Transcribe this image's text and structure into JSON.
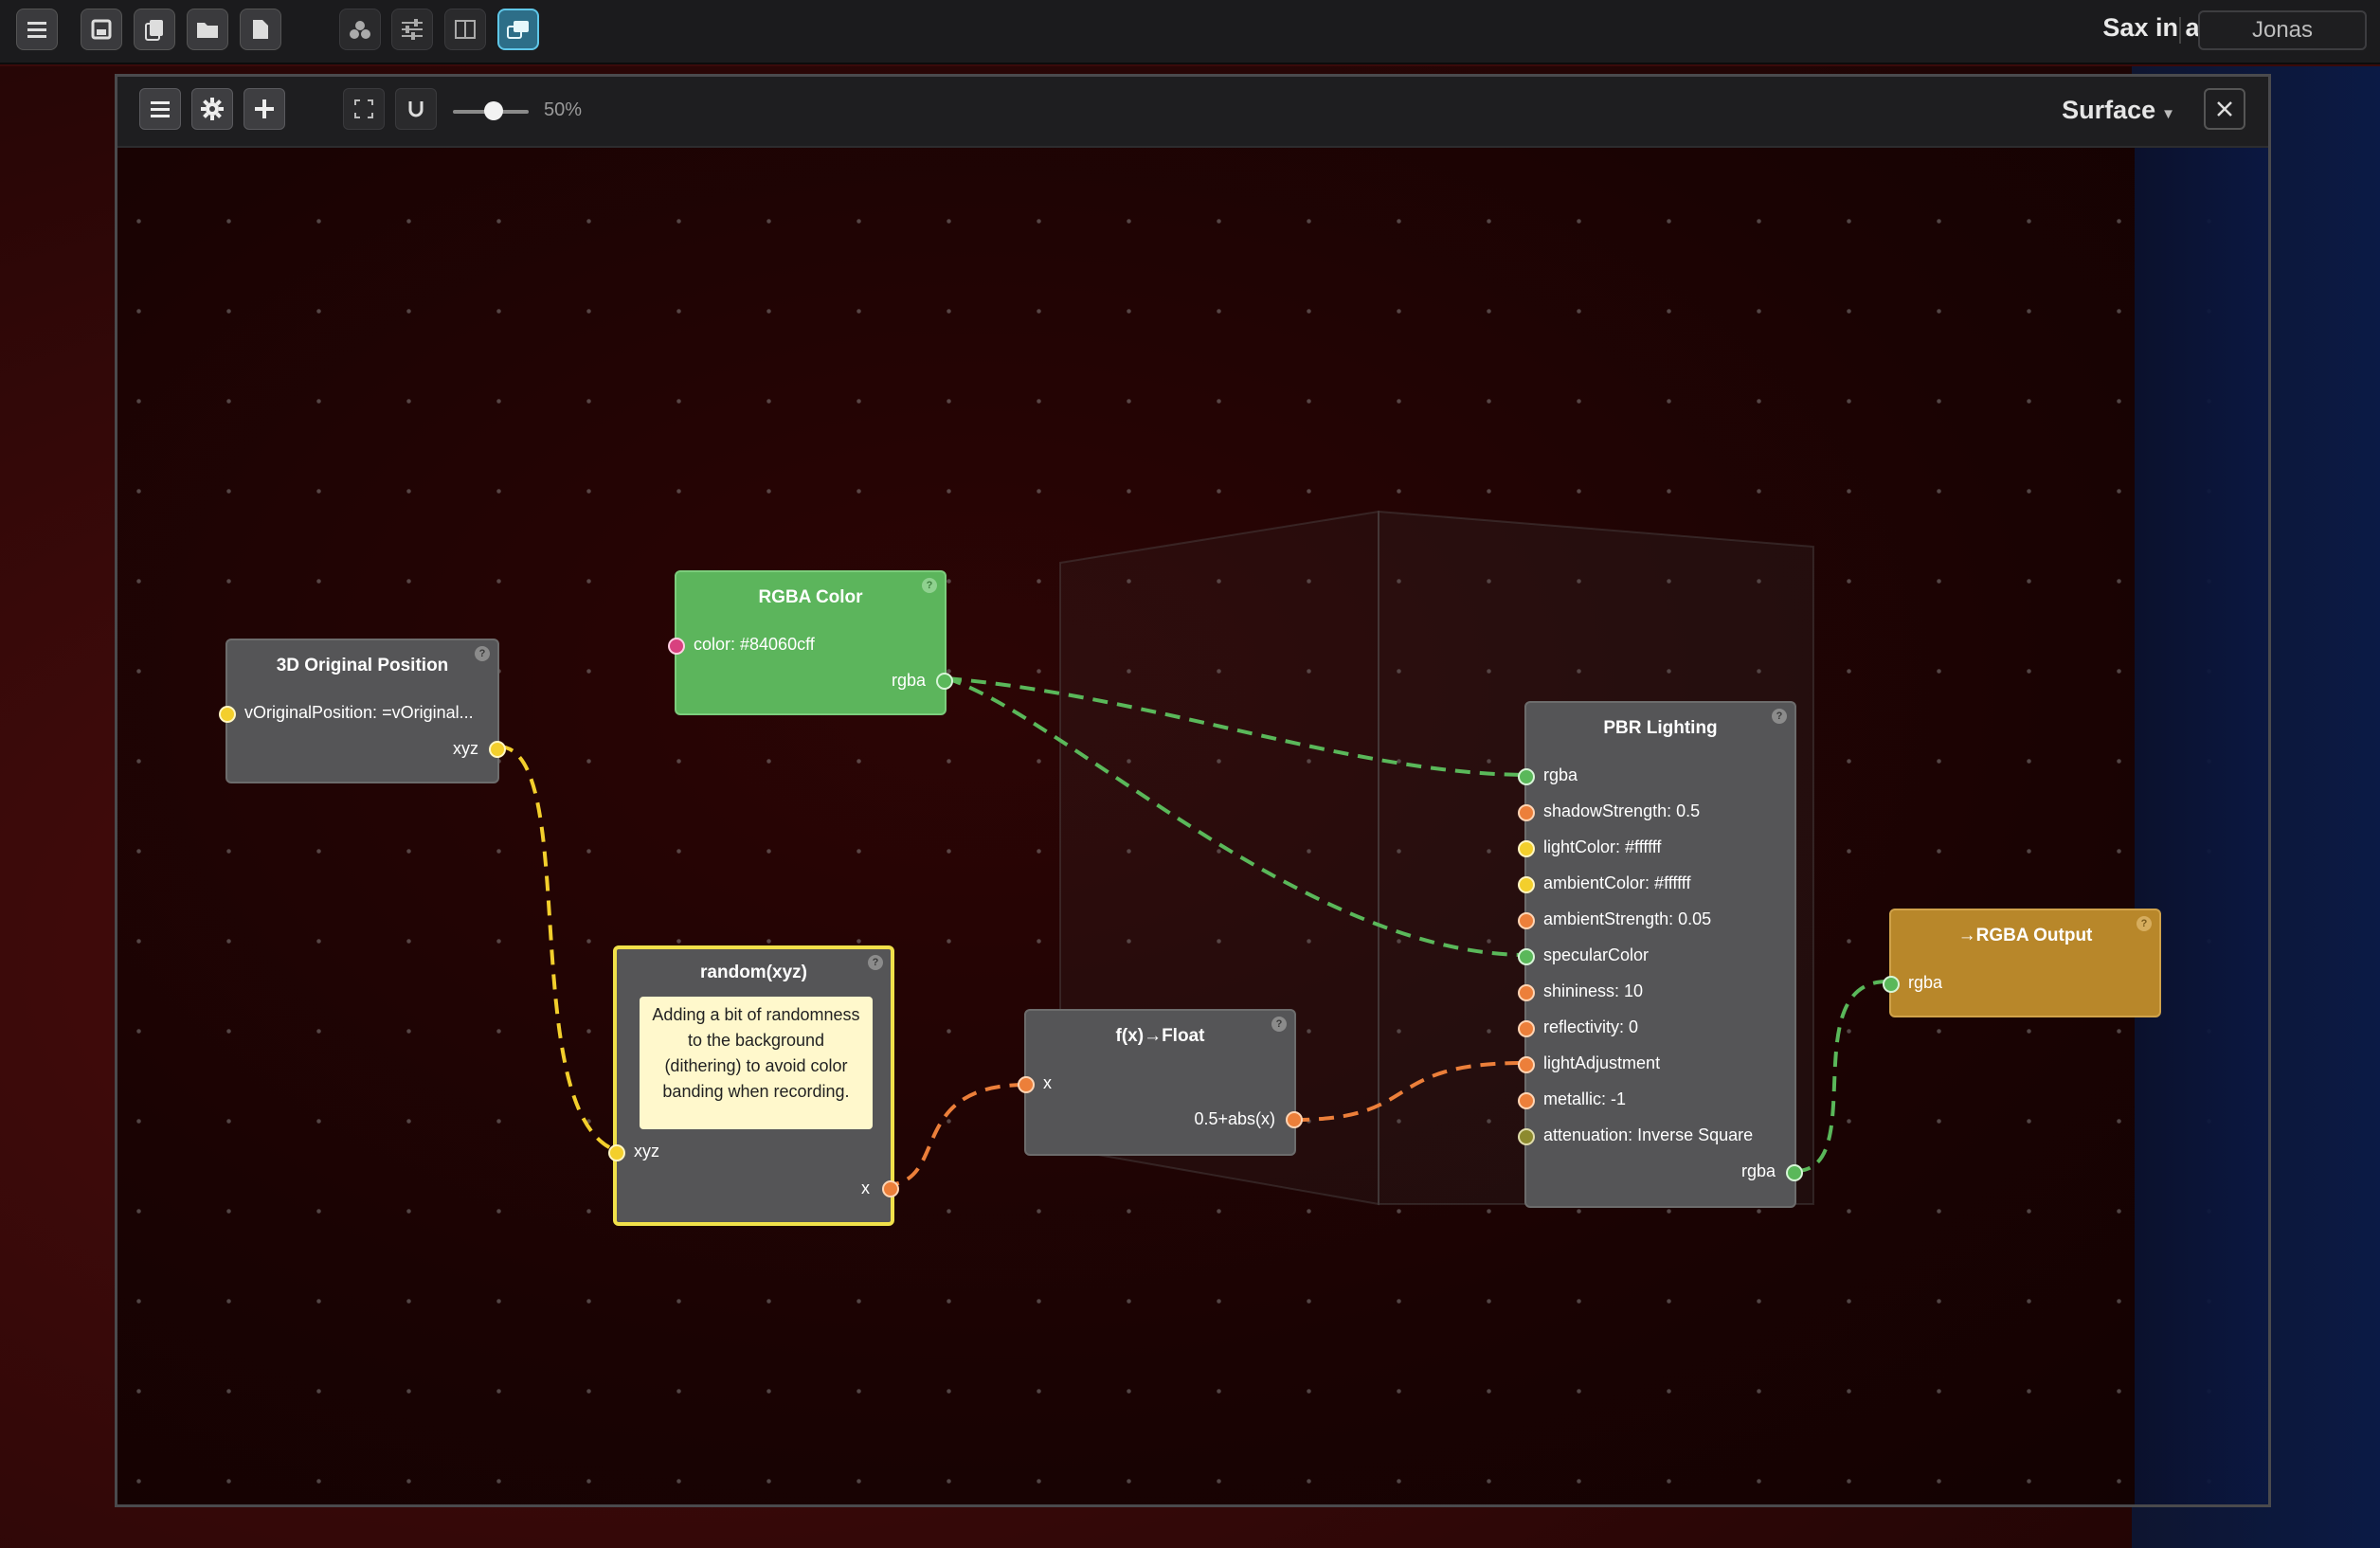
{
  "app": {
    "title": "Sax in a Box",
    "user": "Jonas"
  },
  "topbar": {
    "buttons": [
      "menu-icon",
      "save-icon",
      "duplicate-icon",
      "open-folder-icon",
      "new-file-icon",
      "scene-objects-icon",
      "sliders-icon",
      "split-view-icon",
      "node-editor-icon"
    ]
  },
  "editor": {
    "zoom": "50%",
    "zoom_fraction": 0.5,
    "surface_label": "Surface",
    "surface_caret": "▼"
  },
  "nodes": {
    "original_position": {
      "title": "3D Original Position",
      "input": "vOriginalPosition: =vOriginal...",
      "output": "xyz"
    },
    "rgba_color": {
      "title": "RGBA Color",
      "input": "color: #84060cff",
      "output": "rgba",
      "color": "#5cb55c"
    },
    "random": {
      "title": "random(xyz)",
      "comment": "Adding a bit of randomness to the background (dithering) to avoid color banding when recording.",
      "input": "xyz",
      "output": "x"
    },
    "float_fn": {
      "title": "f(x)→Float",
      "input": "x",
      "output": "0.5+abs(x)"
    },
    "pbr": {
      "title": "PBR Lighting",
      "inputs": [
        "rgba",
        "shadowStrength: 0.5",
        "lightColor: #ffffff",
        "ambientColor: #ffffff",
        "ambientStrength: 0.05",
        "specularColor",
        "shininess: 10",
        "reflectivity: 0",
        "lightAdjustment",
        "metallic: -1",
        "attenuation: Inverse Square"
      ],
      "output": "rgba"
    },
    "output": {
      "title": "→RGBA Output",
      "input": "rgba",
      "color": "#b8872a"
    }
  },
  "help_glyph": "?",
  "colors": {
    "edge_yellow": "#f3cf2c",
    "edge_green": "#5ab85a",
    "edge_orange": "#ec7f3a",
    "selected_border": "#f1e14a"
  }
}
